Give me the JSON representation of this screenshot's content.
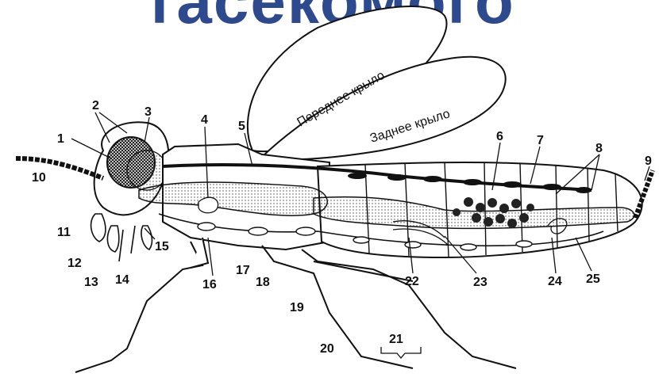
{
  "header": {
    "title_fragment": "тасекомого"
  },
  "diagram": {
    "wing_labels": {
      "front": "Переднее крыло",
      "rear": "Заднее крыло"
    },
    "numbers": [
      "1",
      "2",
      "3",
      "4",
      "5",
      "6",
      "7",
      "8",
      "9",
      "10",
      "11",
      "12",
      "13",
      "14",
      "15",
      "16",
      "17",
      "18",
      "19",
      "20",
      "21",
      "22",
      "23",
      "24",
      "25"
    ]
  },
  "colors": {
    "title": "#2e4a8f",
    "ink": "#111111"
  }
}
